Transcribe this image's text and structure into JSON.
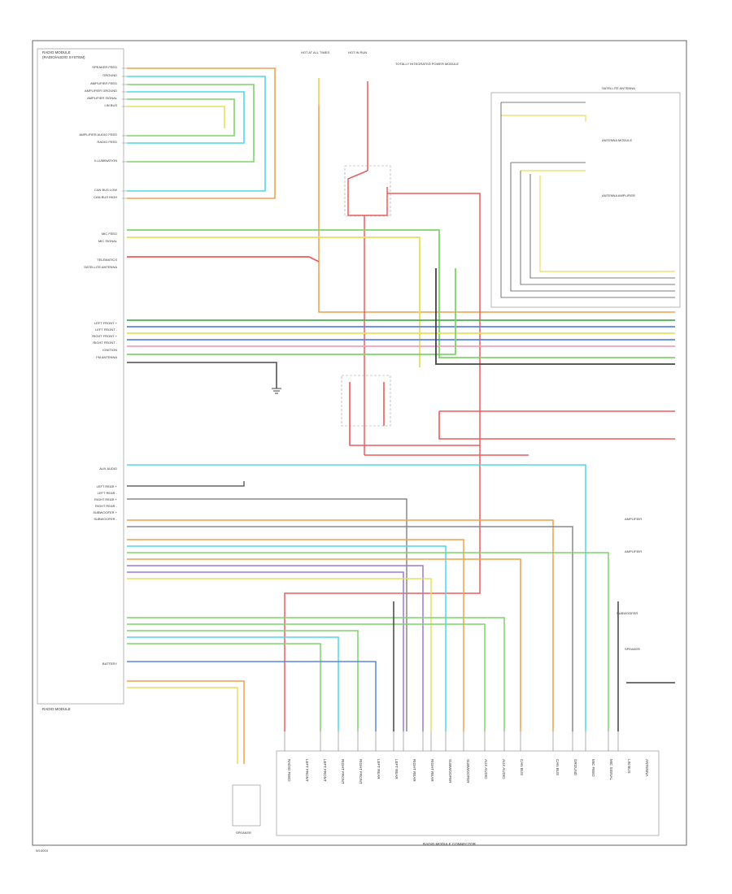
{
  "page": {
    "corner_code": "W14003",
    "module_footer_label": "RADIO MODULE"
  },
  "module_left": {
    "title_lines": [
      "RADIO MODULE",
      "(RADIO/AUDIO SYSTEM)"
    ],
    "pins": [
      "SPEAKER FEED",
      "GROUND",
      "AMPLIFIER FEED",
      "AMPLIFIER GROUND",
      "AMPLIFIER SIGNAL",
      "LIN BUS",
      "AMPLIFIER AUDIO FEED",
      "RADIO FEED",
      "ILLUMINATION",
      "CAN BUS LOW",
      "CAN BUS HIGH",
      "MIC FEED",
      "MIC SIGNAL",
      "TELEMATICS",
      "SATELLITE ANTENNA",
      "FM ANTENNA",
      "LEFT FRONT +",
      "LEFT FRONT -",
      "RIGHT FRONT +",
      "RIGHT FRONT -",
      "LEFT REAR +",
      "LEFT REAR -",
      "RIGHT REAR +",
      "RIGHT REAR -",
      "SUBWOOFER +",
      "SUBWOOFER -",
      "IGNITION",
      "BATTERY",
      "AUX AUDIO"
    ]
  },
  "bottom_connector": {
    "label": "RADIO MODULE CONNECTOR",
    "pins": [
      "RADIO FEED",
      "LEFT FRONT",
      "LEFT FRONT",
      "RIGHT FRONT",
      "RIGHT FRONT",
      "LEFT REAR",
      "LEFT REAR",
      "RIGHT REAR",
      "RIGHT REAR",
      "SUBWOOFER",
      "SUBWOOFER",
      "AUX AUDIO",
      "AUX AUDIO",
      "CAN BUS",
      "CAN BUS",
      "GROUND",
      "MIC FEED",
      "MIC SIGNAL",
      "LIN BUS",
      "ANTENNA"
    ]
  },
  "top_labels": {
    "fuse_left": "HOT AT ALL TIMES",
    "fuse_right": "HOT IN RUN",
    "relay_note": "TOTALLY INTEGRATED POWER MODULE",
    "antenna_lines": [
      "SATELLITE ANTENNA",
      "ANTENNA MODULE",
      "ANTENNA AMPLIFIER"
    ]
  },
  "right_labels": {
    "module_notes": [
      "AMPLIFIER",
      "AMPLIFIER",
      "SUBWOOFER",
      "SPEAKER"
    ],
    "module_bottom_note": "SPEAKER"
  },
  "colors": {
    "orange": "#f2a24a",
    "cyan": "#4fd8e8",
    "green": "#7fd46a",
    "darkgreen": "#4caf50",
    "yellow": "#e8df5a",
    "yellow2": "#d9d34a",
    "red": "#f05a5a",
    "blue": "#5a86e0",
    "violet": "#9a7ad8",
    "brown": "#b08a5a",
    "tan": "#d9b47a",
    "gray": "#888888",
    "dark": "#444444",
    "pink": "#f4a0b4",
    "lime": "#b8e04a"
  }
}
